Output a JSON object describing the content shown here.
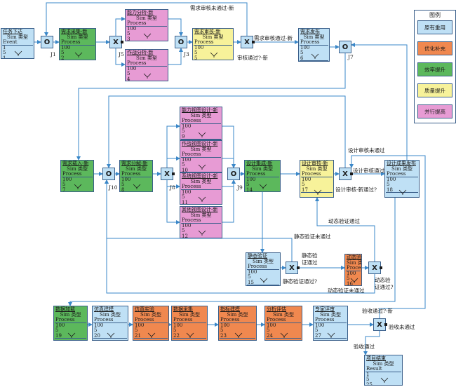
{
  "colors": {
    "blue": "#bfe0f5",
    "green": "#5cb85c",
    "pink": "#e79bd4",
    "yellow": "#f7f29a",
    "orange": "#f0884f",
    "line": "#3a87c8"
  },
  "nodes": {
    "n_task": {
      "title": "任务下达",
      "type": "Sim 类型",
      "kind": "Event",
      "v1": "1",
      "v2": "5",
      "id": "1",
      "color": "blue"
    },
    "n_req_collect": {
      "title": "需求采集-新",
      "type": "Sim 类型",
      "kind": "Process",
      "v1": "100",
      "v2": "5",
      "id": "2",
      "color": "green"
    },
    "n_cap_analysis": {
      "title": "能力分析-新",
      "type": "Sim 类型",
      "kind": "Process",
      "v1": "100",
      "v2": "5",
      "id": "3",
      "color": "pink"
    },
    "n_ops_analysis": {
      "title": "作战分析-新",
      "type": "Sim 类型",
      "kind": "Process",
      "v1": "100",
      "v2": "5",
      "id": "4",
      "color": "pink"
    },
    "n_req_review": {
      "title": "需求审核-新",
      "type": "Sim 类型",
      "kind": "Process",
      "v1": "100",
      "v2": "5",
      "id": "5",
      "color": "yellow"
    },
    "n_req_publish": {
      "title": "需求发布",
      "type": "Sim 类型",
      "kind": "Process",
      "v1": "100",
      "v2": "5",
      "id": "6",
      "color": "blue"
    },
    "n_req_import": {
      "title": "需求载入-新",
      "type": "Sim 类型",
      "kind": "Process",
      "v1": "100",
      "v2": "5",
      "id": "7",
      "color": "green"
    },
    "n_req_decomp": {
      "title": "需求分解-新",
      "type": "Sim 类型",
      "kind": "Process",
      "v1": "100",
      "v2": "5",
      "id": "8",
      "color": "green"
    },
    "n_cap_view": {
      "title": "能力视图设计-新",
      "type": "Sim 类型",
      "kind": "Process",
      "v1": "100",
      "v2": "5",
      "id": "9",
      "color": "pink"
    },
    "n_ops_view": {
      "title": "作战视图设计-新",
      "type": "Sim 类型",
      "kind": "Process",
      "v1": "100",
      "v2": "5",
      "id": "10",
      "color": "pink"
    },
    "n_sys_view": {
      "title": "系统视图设计-新",
      "type": "Sim 类型",
      "kind": "Process",
      "v1": "100",
      "v2": "5",
      "id": "11",
      "color": "pink"
    },
    "n_other_view": {
      "title": "其他视图设计-新",
      "type": "Sim 类型",
      "kind": "Process",
      "v1": "100",
      "v2": "5",
      "id": "12",
      "color": "pink"
    },
    "n_design_int": {
      "title": "设计集成-新",
      "type": "Sim 类型",
      "kind": "Process",
      "v1": "100",
      "v2": "5",
      "id": "14",
      "color": "green"
    },
    "n_static_verify": {
      "title": "静态验证",
      "type": "Sim 类型",
      "kind": "Process",
      "v1": "100",
      "v2": "5",
      "id": "15",
      "color": "blue"
    },
    "n_dyn_verify": {
      "title": "动态验证",
      "type": "Sim 类型",
      "kind": "Process",
      "v1": "100",
      "v2": "5",
      "id": "16",
      "color": "orange"
    },
    "n_design_review": {
      "title": "设计审核-新",
      "type": "Sim 类型",
      "kind": "Process",
      "v1": "100",
      "v2": "5",
      "id": "17",
      "color": "yellow"
    },
    "n_design_publish": {
      "title": "设计成果发布",
      "type": "Sim 类型",
      "kind": "Process",
      "v1": "100",
      "v2": "5",
      "id": "18",
      "color": "blue"
    },
    "n_data_load": {
      "title": "数据加载",
      "type": "Sim 类型",
      "kind": "Process",
      "v1": "100",
      "v2": "5",
      "id": "19",
      "color": "green"
    },
    "n_sim_model": {
      "title": "仿真建模",
      "type": "Sim 类型",
      "kind": "Process",
      "v1": "100",
      "v2": "5",
      "id": "20",
      "color": "blue"
    },
    "n_sim_exp": {
      "title": "仿真实验",
      "type": "Sim 类型",
      "kind": "Process",
      "v1": "100",
      "v2": "5",
      "id": "21",
      "color": "orange"
    },
    "n_data_collect": {
      "title": "数据采集",
      "type": "Sim 类型",
      "kind": "Process",
      "v1": "100",
      "v2": "5",
      "id": "22",
      "color": "orange"
    },
    "n_index_model": {
      "title": "指标建模",
      "type": "Sim 类型",
      "kind": "Process",
      "v1": "100",
      "v2": "5",
      "id": "23",
      "color": "orange"
    },
    "n_analysis_eval": {
      "title": "分析评估",
      "type": "Sim 类型",
      "kind": "Process",
      "v1": "100",
      "v2": "5",
      "id": "24",
      "color": "orange"
    },
    "n_expert_review": {
      "title": "专家评审",
      "type": "Sim 类型",
      "kind": "Process",
      "v1": "100",
      "v2": "5",
      "id": "27",
      "color": "blue"
    },
    "n_project_end": {
      "title": "项目结束",
      "type": "Sim 类型",
      "kind": "Result",
      "v1": "1",
      "v2": "5",
      "id": "25",
      "color": "blue"
    }
  },
  "gates": {
    "g_j1": {
      "symbol": "O",
      "label": "J1"
    },
    "g_j5": {
      "symbol": "X",
      "label": "J5"
    },
    "g_j3": {
      "symbol": "O",
      "label": "J3"
    },
    "g_x_req": {
      "symbol": "X",
      "label": ""
    },
    "g_j7": {
      "symbol": "O",
      "label": "J7"
    },
    "g_j10": {
      "symbol": "O",
      "label": "J10"
    },
    "g_j8": {
      "symbol": "X",
      "label": "J8"
    },
    "g_j9": {
      "symbol": "O",
      "label": "J9"
    },
    "g_x_design": {
      "symbol": "X",
      "label": ""
    },
    "g_x_static": {
      "symbol": "X",
      "label": ""
    },
    "g_x_dyn": {
      "symbol": "X",
      "label": ""
    },
    "g_x_accept": {
      "symbol": "X",
      "label": ""
    }
  },
  "edge_labels": {
    "req_review_fail": "需求审核未通过-新",
    "req_review_pass": "需求审核通过-新",
    "req_review_q": "审核通过?-新",
    "design_review_fail": "设计审核未通过",
    "design_review_pass": "设计审核通过",
    "design_review_q": "设计审核-新通过?",
    "dyn_verify_pass": "动态验证通过",
    "static_verify_fail": "静态验证未通过",
    "static_verify_pass_a": "静态验",
    "static_verify_pass_b": "证通过",
    "static_verify_q": "静态验证通过?",
    "dyn_verify_fail": "动态验证未通过",
    "dyn_verify_q_a": "动态验",
    "dyn_verify_q_b": "证通过?",
    "accept_q": "验收通过?-新",
    "accept_fail": "验收未通过",
    "accept_pass": "验收通过"
  },
  "legend": {
    "title": "图例",
    "items": [
      {
        "label": "原有重用",
        "color": "blue"
      },
      {
        "label": "优化补充",
        "color": "orange"
      },
      {
        "label": "效率提升",
        "color": "green"
      },
      {
        "label": "质量提升",
        "color": "yellow"
      },
      {
        "label": "并行提高",
        "color": "pink"
      }
    ]
  }
}
